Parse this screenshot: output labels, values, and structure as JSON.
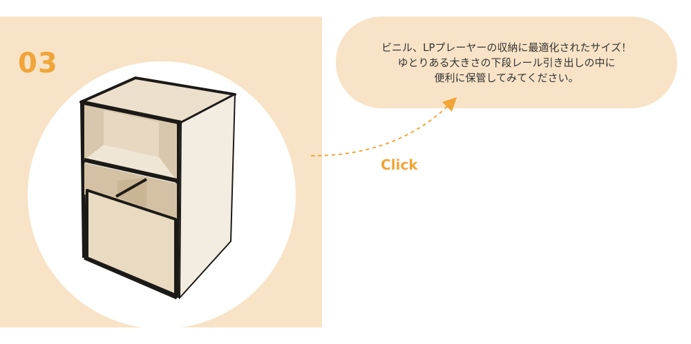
{
  "step": {
    "number": "03"
  },
  "description": {
    "line1": "ビニル、LPプレーヤーの収納に最適化されたサイズ！",
    "line2": "ゆとりある大きさの下段レール引き出しの中に",
    "line3": "便利に保管してみてください。"
  },
  "action": {
    "click_label": "Click"
  },
  "colors": {
    "accent": "#f1a437",
    "panel_background": "#f8e3c7",
    "text": "#333333",
    "cabinet_wood": "#efe6d6",
    "cabinet_edge": "#1c1a17"
  },
  "icons": {
    "arrow": "dashed-curved-arrow-icon"
  }
}
